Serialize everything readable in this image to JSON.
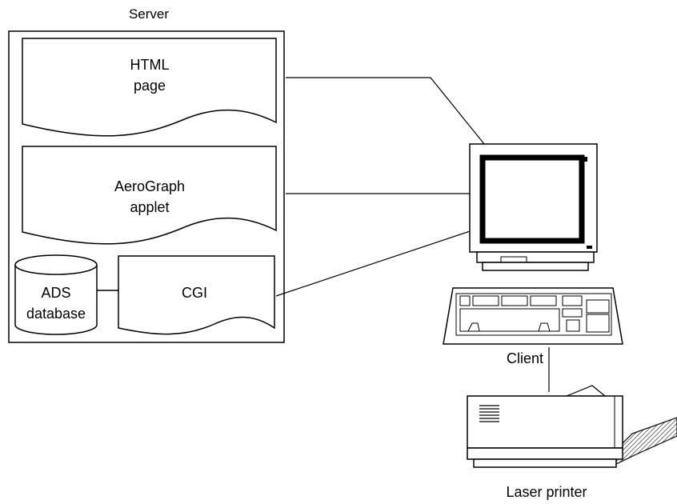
{
  "server": {
    "title": "Server",
    "html_page": {
      "line1": "HTML",
      "line2": "page"
    },
    "applet": {
      "line1": "AeroGraph",
      "line2": "applet"
    },
    "database": {
      "line1": "ADS",
      "line2": "database"
    },
    "cgi": {
      "label": "CGI"
    }
  },
  "client": {
    "label": "Client"
  },
  "printer": {
    "label": "Laser printer"
  }
}
